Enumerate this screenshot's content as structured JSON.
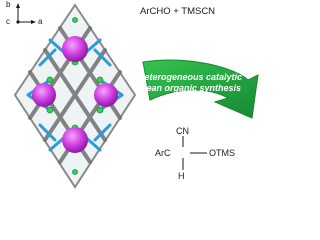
{
  "axes": {
    "b_label": "b",
    "c_label": "c",
    "a_label": "a"
  },
  "reaction": {
    "equation": "ArCHO + TMSCN"
  },
  "arrow": {
    "line1": "Heterogeneous catalytic",
    "line2": "clean organic synthesis",
    "color": "#22a744"
  },
  "product": {
    "top": "CN",
    "left": "ArC",
    "right": "OTMS",
    "bottom": "H"
  },
  "colors": {
    "cavity": "#cc33dd",
    "framework_gray": "#7a7a7a",
    "framework_blue": "#2f9bd4",
    "node_green": "#3ac95a"
  }
}
